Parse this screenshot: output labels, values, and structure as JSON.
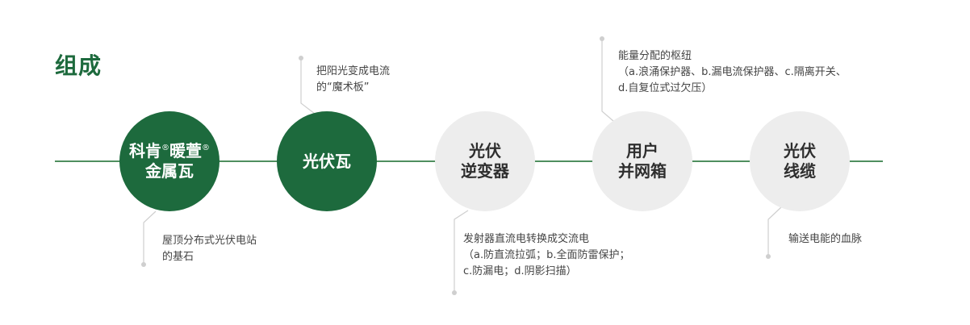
{
  "title": "组成",
  "nodes": [
    {
      "line1_a": "科肯",
      "mark_a": "®",
      "line1_b": "暖萱",
      "mark_b": "®",
      "line2": "金属瓦",
      "desc": [
        "屋顶分布式光伏电站",
        "的基石"
      ]
    },
    {
      "line1": "光伏瓦",
      "desc": [
        "把阳光变成电流",
        "的“魔术板”"
      ]
    },
    {
      "line1": "光伏",
      "line2": "逆变器",
      "desc": [
        "发射器直流电转换成交流电",
        "（a.防直流拉弧；b.全面防雷保护；",
        "c.防漏电；d.阴影扫描）"
      ]
    },
    {
      "line1": "用户",
      "line2": "并网箱",
      "desc": [
        "能量分配的枢纽",
        "（a.浪涌保护器、b.漏电流保护器、c.隔离开关、",
        "d.自复位式过欠压）"
      ]
    },
    {
      "line1": "光伏",
      "line2": "线缆",
      "desc": [
        "输送电能的血脉"
      ]
    }
  ],
  "colors": {
    "brand": "#1d6a3d",
    "node_gray": "#ededed",
    "connector": "#cccccc"
  }
}
